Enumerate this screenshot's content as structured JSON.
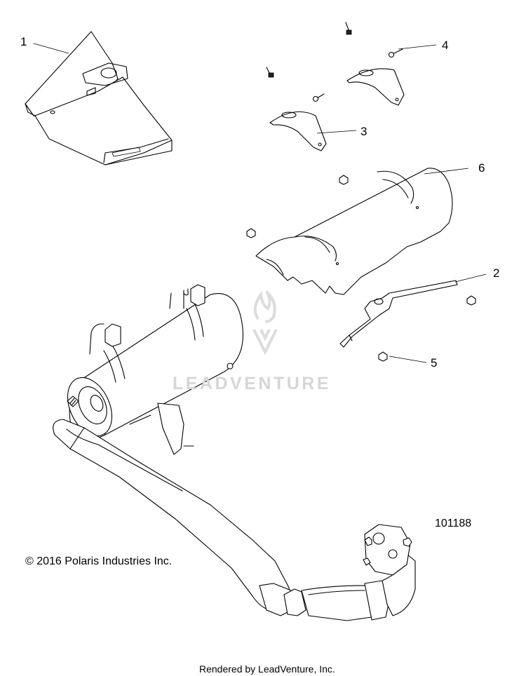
{
  "callouts": {
    "c1": "1",
    "c2": "2",
    "c3": "3",
    "c4": "4",
    "c5": "5",
    "c6": "6"
  },
  "diagram_number": "101188",
  "copyright": "© 2016 Polaris Industries Inc.",
  "footer": "Rendered by LeadVenture, Inc.",
  "watermark": "LEADVENTURE"
}
